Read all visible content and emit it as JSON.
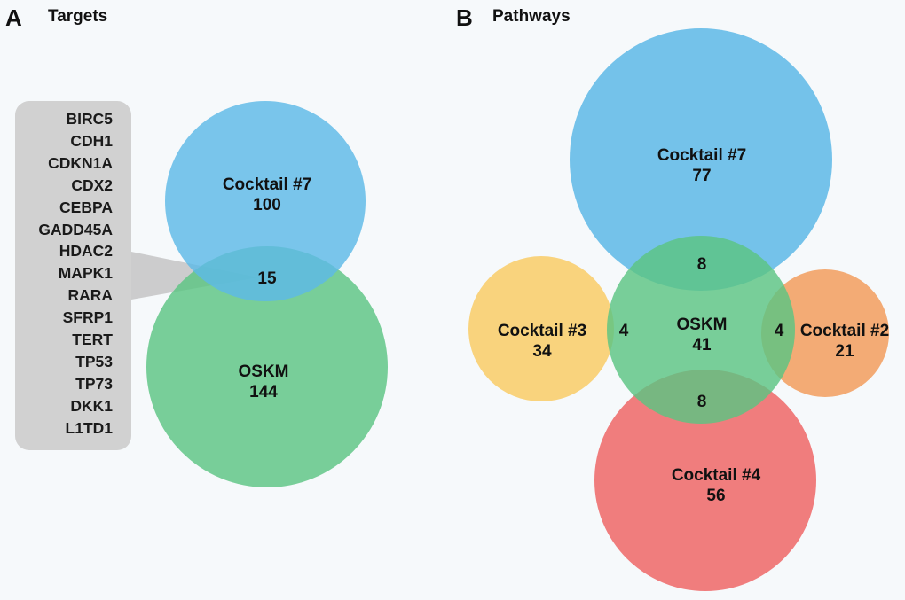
{
  "panel_a": {
    "letter": "A",
    "title": "Targets",
    "genes": [
      "BIRC5",
      "CDH1",
      "CDKN1A",
      "CDX2",
      "CEBPA",
      "GADD45A",
      "HDAC2",
      "MAPK1",
      "RARA",
      "SFRP1",
      "TERT",
      "TP53",
      "TP73",
      "DKK1",
      "L1TD1"
    ],
    "sets": [
      {
        "name": "Cocktail #7",
        "count": "100",
        "color": "#5db9e6"
      },
      {
        "name": "OSKM",
        "count": "144",
        "color": "#5cc583"
      }
    ],
    "overlap": "15"
  },
  "panel_b": {
    "letter": "B",
    "title": "Pathways",
    "sets": {
      "cocktail7": {
        "name": "Cocktail #7",
        "count": "77",
        "color": "#5db9e6"
      },
      "cocktail3": {
        "name": "Cocktail #3",
        "count": "34",
        "color": "#f9cd66"
      },
      "oskm": {
        "name": "OSKM",
        "count": "41",
        "color": "#5cc583"
      },
      "cocktail2": {
        "name": "Cocktail #2",
        "count": "21",
        "color": "#f29e5d"
      },
      "cocktail4": {
        "name": "Cocktail #4",
        "count": "56",
        "color": "#ef6b6b"
      }
    },
    "overlaps": {
      "oskm_cocktail7": "8",
      "oskm_cocktail3": "4",
      "oskm_cocktail2": "4",
      "oskm_cocktail4": "8"
    }
  }
}
